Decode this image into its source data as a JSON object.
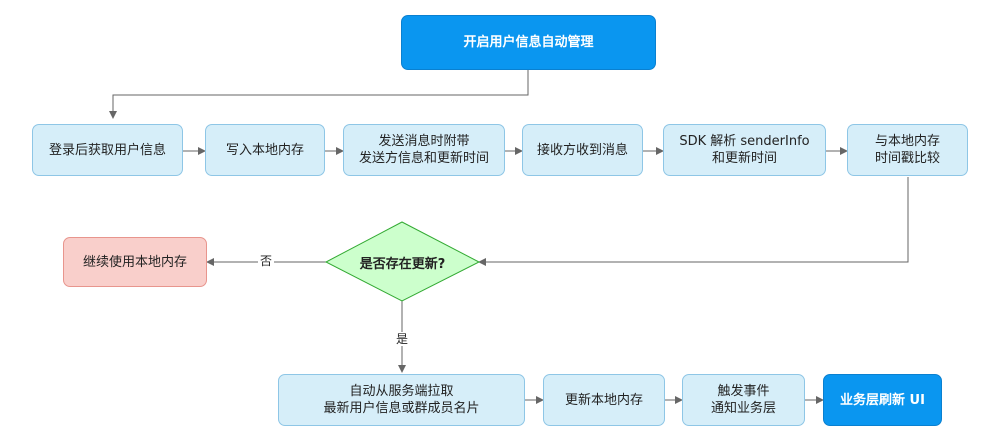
{
  "nodes": {
    "start": "开启用户信息自动管理",
    "login": "登录后获取用户信息",
    "write_local": "写入本地内存",
    "send_msg": "发送消息时附带\n发送方信息和更新时间",
    "receive": "接收方收到消息",
    "sdk_parse": "SDK 解析 senderInfo\n和更新时间",
    "compare": "与本地内存\n时间戳比较",
    "decision": "是否存在更新?",
    "continue_local": "继续使用本地内存",
    "auto_pull": "自动从服务端拉取\n最新用户信息或群成员名片",
    "update_local": "更新本地内存",
    "trigger_event": "触发事件\n通知业务层",
    "refresh_ui": "业务层刷新 UI"
  },
  "edge_labels": {
    "no": "否",
    "yes": "是"
  },
  "colors": {
    "primary": "#0a96f0",
    "box": "#d6eef9",
    "decision": "#ccffcc",
    "warn": "#f9cfcb",
    "line": "#666666"
  }
}
